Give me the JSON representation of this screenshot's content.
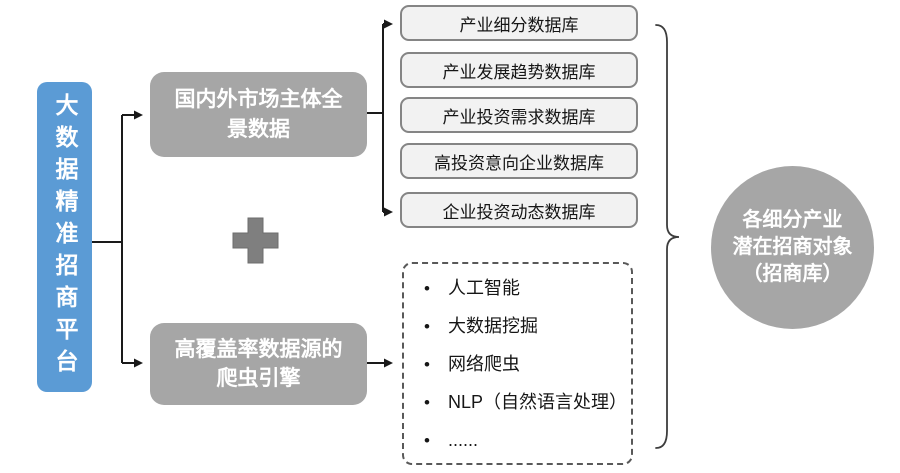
{
  "diagram_title": "",
  "platform": {
    "label": "大数据精准招商平台"
  },
  "sources": {
    "market_data": {
      "lines": [
        "国内外市场主体全",
        "景数据"
      ]
    },
    "crawler_engine": {
      "lines": [
        "高覆盖率数据源的",
        "爬虫引擎"
      ]
    }
  },
  "icons": {
    "plus": "+",
    "bullet": "•",
    "brace": "}"
  },
  "databases": {
    "items": [
      "产业细分数据库",
      "产业发展趋势数据库",
      "产业投资需求数据库",
      "高投资意向企业数据库",
      "企业投资动态数据库"
    ]
  },
  "crawler_tech": {
    "items": [
      "人工智能",
      "大数据挖掘",
      "网络爬虫",
      "NLP（自然语言处理）",
      "......"
    ]
  },
  "result": {
    "lines": [
      "各细分产业",
      "潜在招商对象",
      "（招商库）"
    ]
  },
  "colors": {
    "platform_blue": "#5B9BD5",
    "source_gray": "#A6A6A6",
    "plus_gray": "#7F7F7F",
    "db_box_fill": "#F2F2F2",
    "db_box_border": "#858585",
    "connector_black": "#1a1a1a",
    "dashed_border": "#595959",
    "text_white": "#ffffff",
    "text_dark": "#161616"
  }
}
